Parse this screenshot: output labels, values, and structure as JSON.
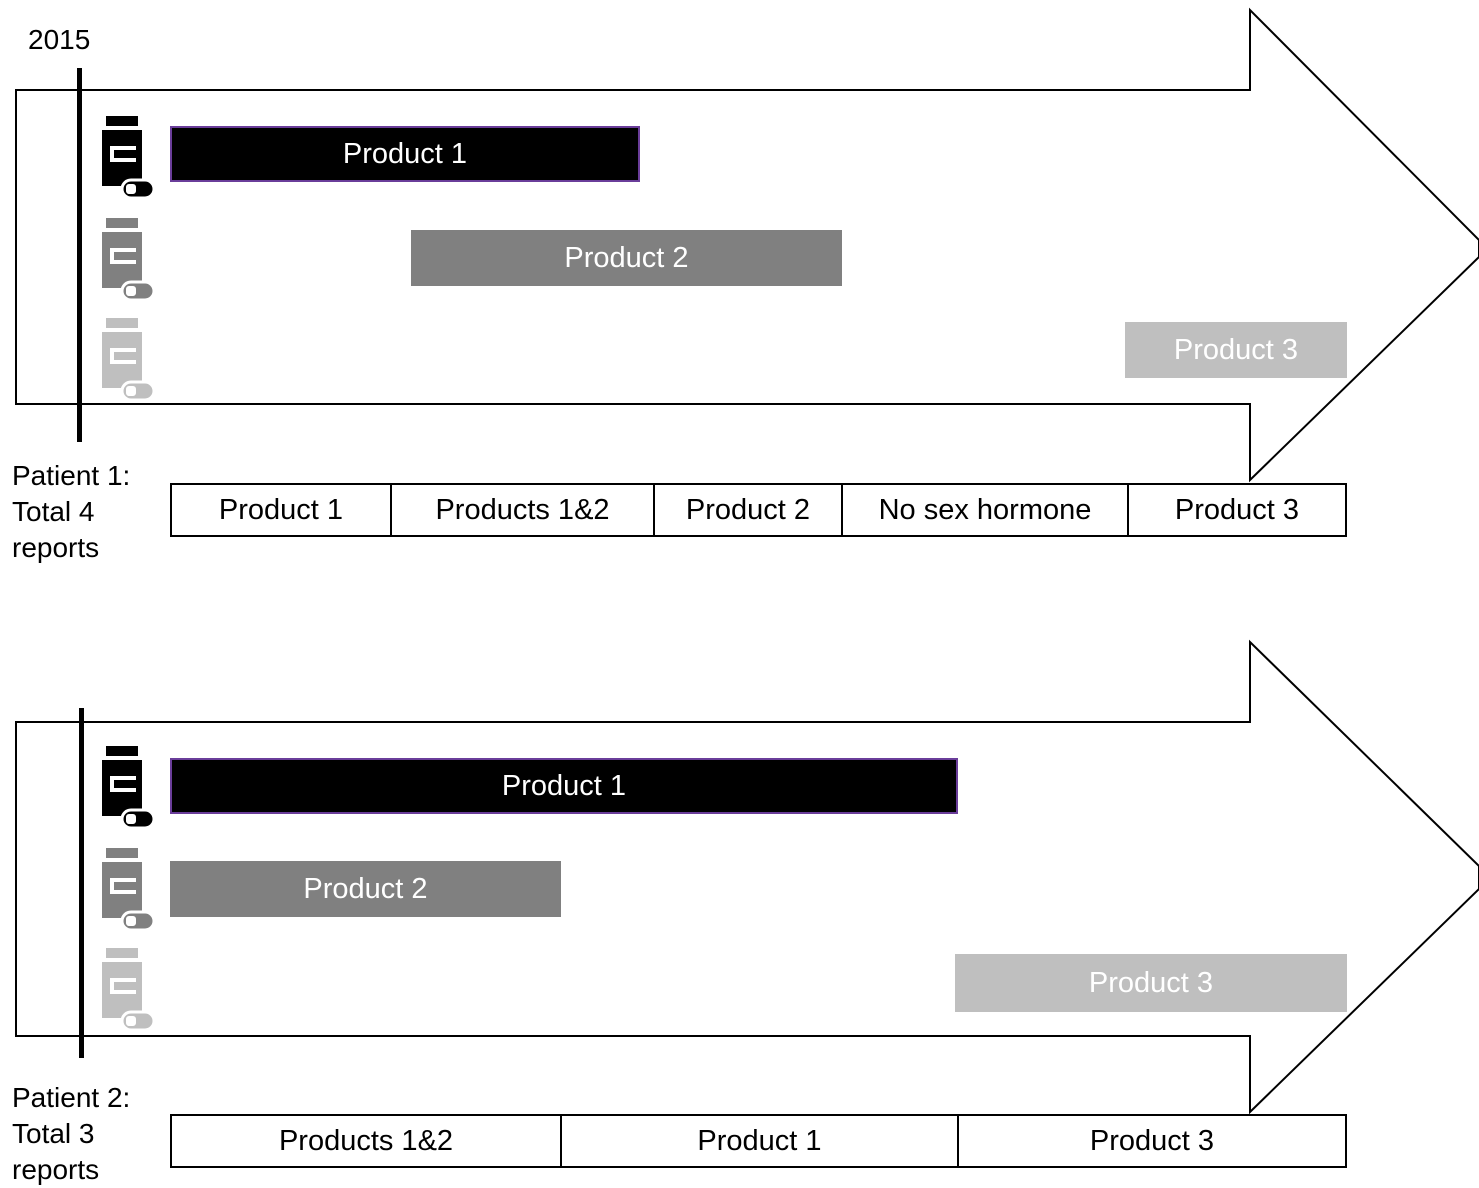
{
  "year_label": "2015",
  "colors": {
    "product1": "#000000",
    "product2": "#808080",
    "product3": "#bfbfbf",
    "product1_border": "#6a3d9a"
  },
  "icons": [
    "medicine-bottle-icon",
    "medicine-bottle-icon",
    "medicine-bottle-icon"
  ],
  "patient1": {
    "label_line1": "Patient 1:",
    "label_line2": "Total 4",
    "label_line3": "reports",
    "bars": {
      "product1": "Product 1",
      "product2": "Product 2",
      "product3": "Product 3"
    },
    "segments": [
      "Product 1",
      "Products 1&2",
      "Product 2",
      "No sex hormone",
      "Product 3"
    ]
  },
  "patient2": {
    "label_line1": "Patient 2:",
    "label_line2": "Total 3",
    "label_line3": "reports",
    "bars": {
      "product1": "Product 1",
      "product2": "Product 2",
      "product3": "Product 3"
    },
    "segments": [
      "Products 1&2",
      "Product 1",
      "Product 3"
    ]
  }
}
